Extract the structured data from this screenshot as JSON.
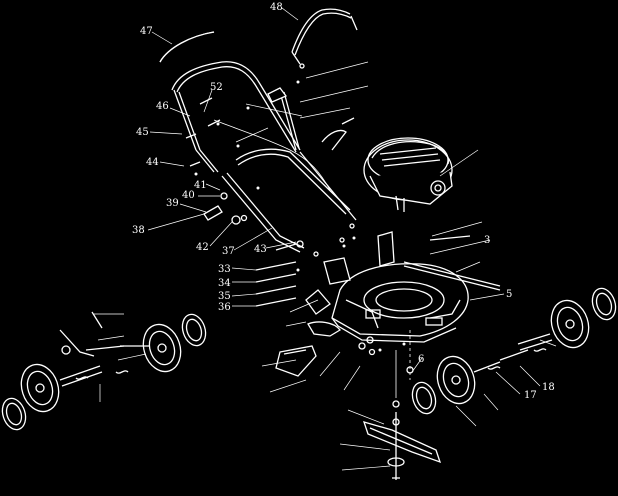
{
  "diagram": {
    "background": "#000000",
    "ink": "#ffffff",
    "callouts": [
      {
        "id": "c48",
        "text": "48"
      },
      {
        "id": "c47",
        "text": "47"
      },
      {
        "id": "c52",
        "text": "52"
      },
      {
        "id": "c46",
        "text": "46"
      },
      {
        "id": "c45",
        "text": "45"
      },
      {
        "id": "c44",
        "text": "44"
      },
      {
        "id": "c41",
        "text": "41"
      },
      {
        "id": "c40",
        "text": "40"
      },
      {
        "id": "c39",
        "text": "39"
      },
      {
        "id": "c38",
        "text": "38"
      },
      {
        "id": "c42",
        "text": "42"
      },
      {
        "id": "c37",
        "text": "37"
      },
      {
        "id": "c43",
        "text": "43"
      },
      {
        "id": "c33",
        "text": "33"
      },
      {
        "id": "c34",
        "text": "34"
      },
      {
        "id": "c35",
        "text": "35"
      },
      {
        "id": "c36",
        "text": "36"
      },
      {
        "id": "c3",
        "text": "3"
      },
      {
        "id": "c5",
        "text": "5"
      },
      {
        "id": "c6",
        "text": "6"
      },
      {
        "id": "c17",
        "text": "17"
      },
      {
        "id": "c18",
        "text": "18"
      }
    ]
  }
}
